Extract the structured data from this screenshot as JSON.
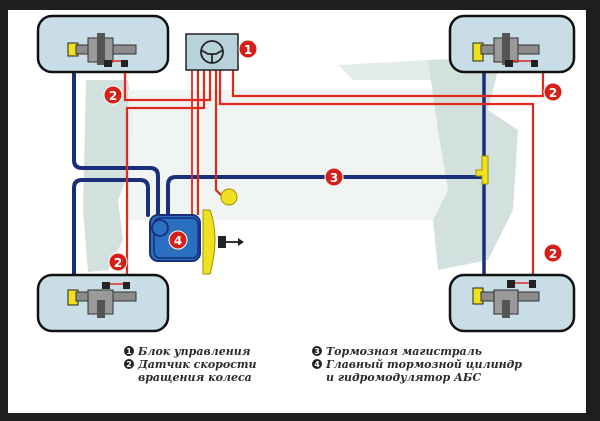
{
  "diagram": {
    "title": "ABS system layout",
    "colors": {
      "brake_line": "#1a2f7a",
      "wire": "#e0281e",
      "badge": "#d42017",
      "wheel_fill": "#c8dde6",
      "component_yellow": "#f0e020",
      "modulator_blue": "#2a6fc0",
      "ghost_car": "#b9cfcf"
    },
    "badges": [
      {
        "id": "1",
        "label": "1"
      },
      {
        "id": "2",
        "label": "2"
      },
      {
        "id": "3",
        "label": "3"
      },
      {
        "id": "4",
        "label": "4"
      }
    ],
    "components": {
      "control_unit": {
        "number": "1",
        "icon": "steering-wheel-icon"
      },
      "wheel_sensors": {
        "number": "2",
        "count": 4
      },
      "brake_line": {
        "number": "3"
      },
      "master_cylinder": {
        "number": "4"
      }
    }
  },
  "legend": {
    "items": [
      {
        "number": "1",
        "text": "Блок управления"
      },
      {
        "number": "2",
        "text": "Датчик скорости",
        "text2": "вращения колеса"
      },
      {
        "number": "3",
        "text": "Тормозная магистраль"
      },
      {
        "number": "4",
        "text": "Главный тормозной цилиндр",
        "text2": "и гидромодулятор АБС"
      }
    ]
  }
}
